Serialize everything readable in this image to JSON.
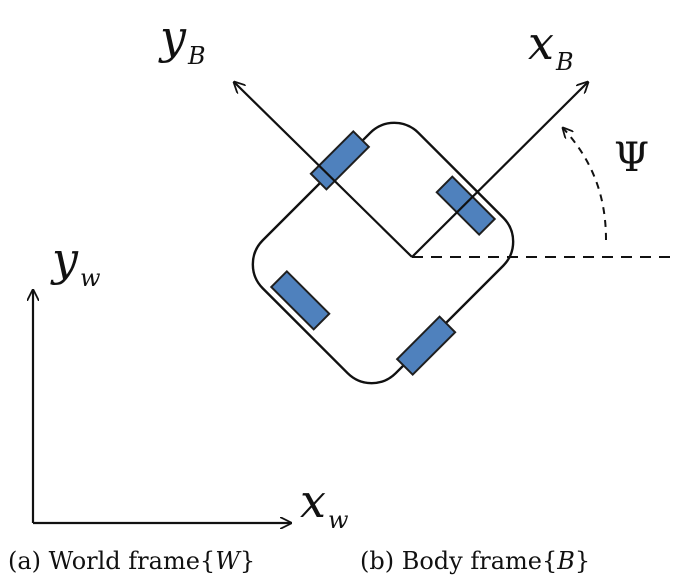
{
  "colors": {
    "line": "#111111",
    "wheel_fill": "#4f81bd",
    "wheel_stroke": "#1f1f1f"
  },
  "labels": {
    "y_body": {
      "main": "y",
      "sub": "B"
    },
    "x_body": {
      "main": "x",
      "sub": "B"
    },
    "psi": "Ψ",
    "y_world": {
      "main": "y",
      "sub": "w"
    },
    "x_world": {
      "main": "x",
      "sub": "w"
    }
  },
  "captions": {
    "world": {
      "text": "(a) World frame",
      "open": "{",
      "symbol": "W",
      "close": "}"
    },
    "body": {
      "text": "(b) Body frame",
      "open": "{",
      "symbol": "B",
      "close": "}"
    }
  }
}
